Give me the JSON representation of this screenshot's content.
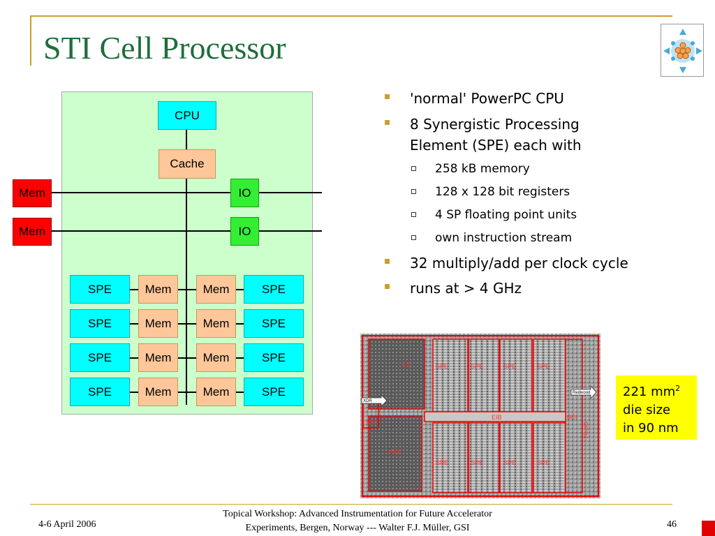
{
  "slide": {
    "title": "STI Cell Processor",
    "footer_date": "4-6 April 2006",
    "footer_line1": "Topical Workshop: Advanced Instrumentation for Future Accelerator",
    "footer_line2": "Experiments, Bergen, Norway --- Walter F.J. Müller, GSI",
    "page_number": "46"
  },
  "diagram": {
    "cpu": "CPU",
    "cache": "Cache",
    "mem_left": [
      "Mem",
      "Mem"
    ],
    "io": [
      "IO",
      "IO"
    ],
    "rows": [
      {
        "spe_l": "SPE",
        "mem_l": "Mem",
        "mem_r": "Mem",
        "spe_r": "SPE"
      },
      {
        "spe_l": "SPE",
        "mem_l": "Mem",
        "mem_r": "Mem",
        "spe_r": "SPE"
      },
      {
        "spe_l": "SPE",
        "mem_l": "Mem",
        "mem_r": "Mem",
        "spe_r": "SPE"
      },
      {
        "spe_l": "SPE",
        "mem_l": "Mem",
        "mem_r": "Mem",
        "spe_r": "SPE"
      }
    ],
    "colors": {
      "cpu": "#00ffff",
      "cache": "#fdc79a",
      "io": "#33ee33",
      "mem_ext": "#ff0000",
      "panel": "#ccffcc"
    }
  },
  "bullets": [
    {
      "level": 1,
      "text": "'normal' PowerPC CPU"
    },
    {
      "level": 1,
      "text": "8 Synergistic Processing",
      "text2": "Element (SPE) each with"
    },
    {
      "level": 2,
      "text": "258 kB memory"
    },
    {
      "level": 2,
      "text": "128 x 128 bit registers"
    },
    {
      "level": 2,
      "text": "4 SP floating point units"
    },
    {
      "level": 2,
      "text": "own instruction stream"
    },
    {
      "level": 1,
      "text": "32 multiply/add per clock cycle"
    },
    {
      "level": 1,
      "text": "runs at > 4 GHz"
    }
  ],
  "die": {
    "labels": {
      "l2": "L2",
      "ppe": "PPE",
      "mic": "MIC",
      "eib": "EIB",
      "bei": "BEI",
      "xdr": "XDR",
      "redwood": "Redwood",
      "flexio": "FlexIO"
    },
    "spe_labels": [
      "SPE",
      "SPE",
      "SPE",
      "SPE",
      "SPE",
      "SPE",
      "SPE",
      "SPE"
    ]
  },
  "callout": {
    "line1": "221 mm",
    "sup": "2",
    "line2": "die size",
    "line3": "in 90 nm"
  }
}
